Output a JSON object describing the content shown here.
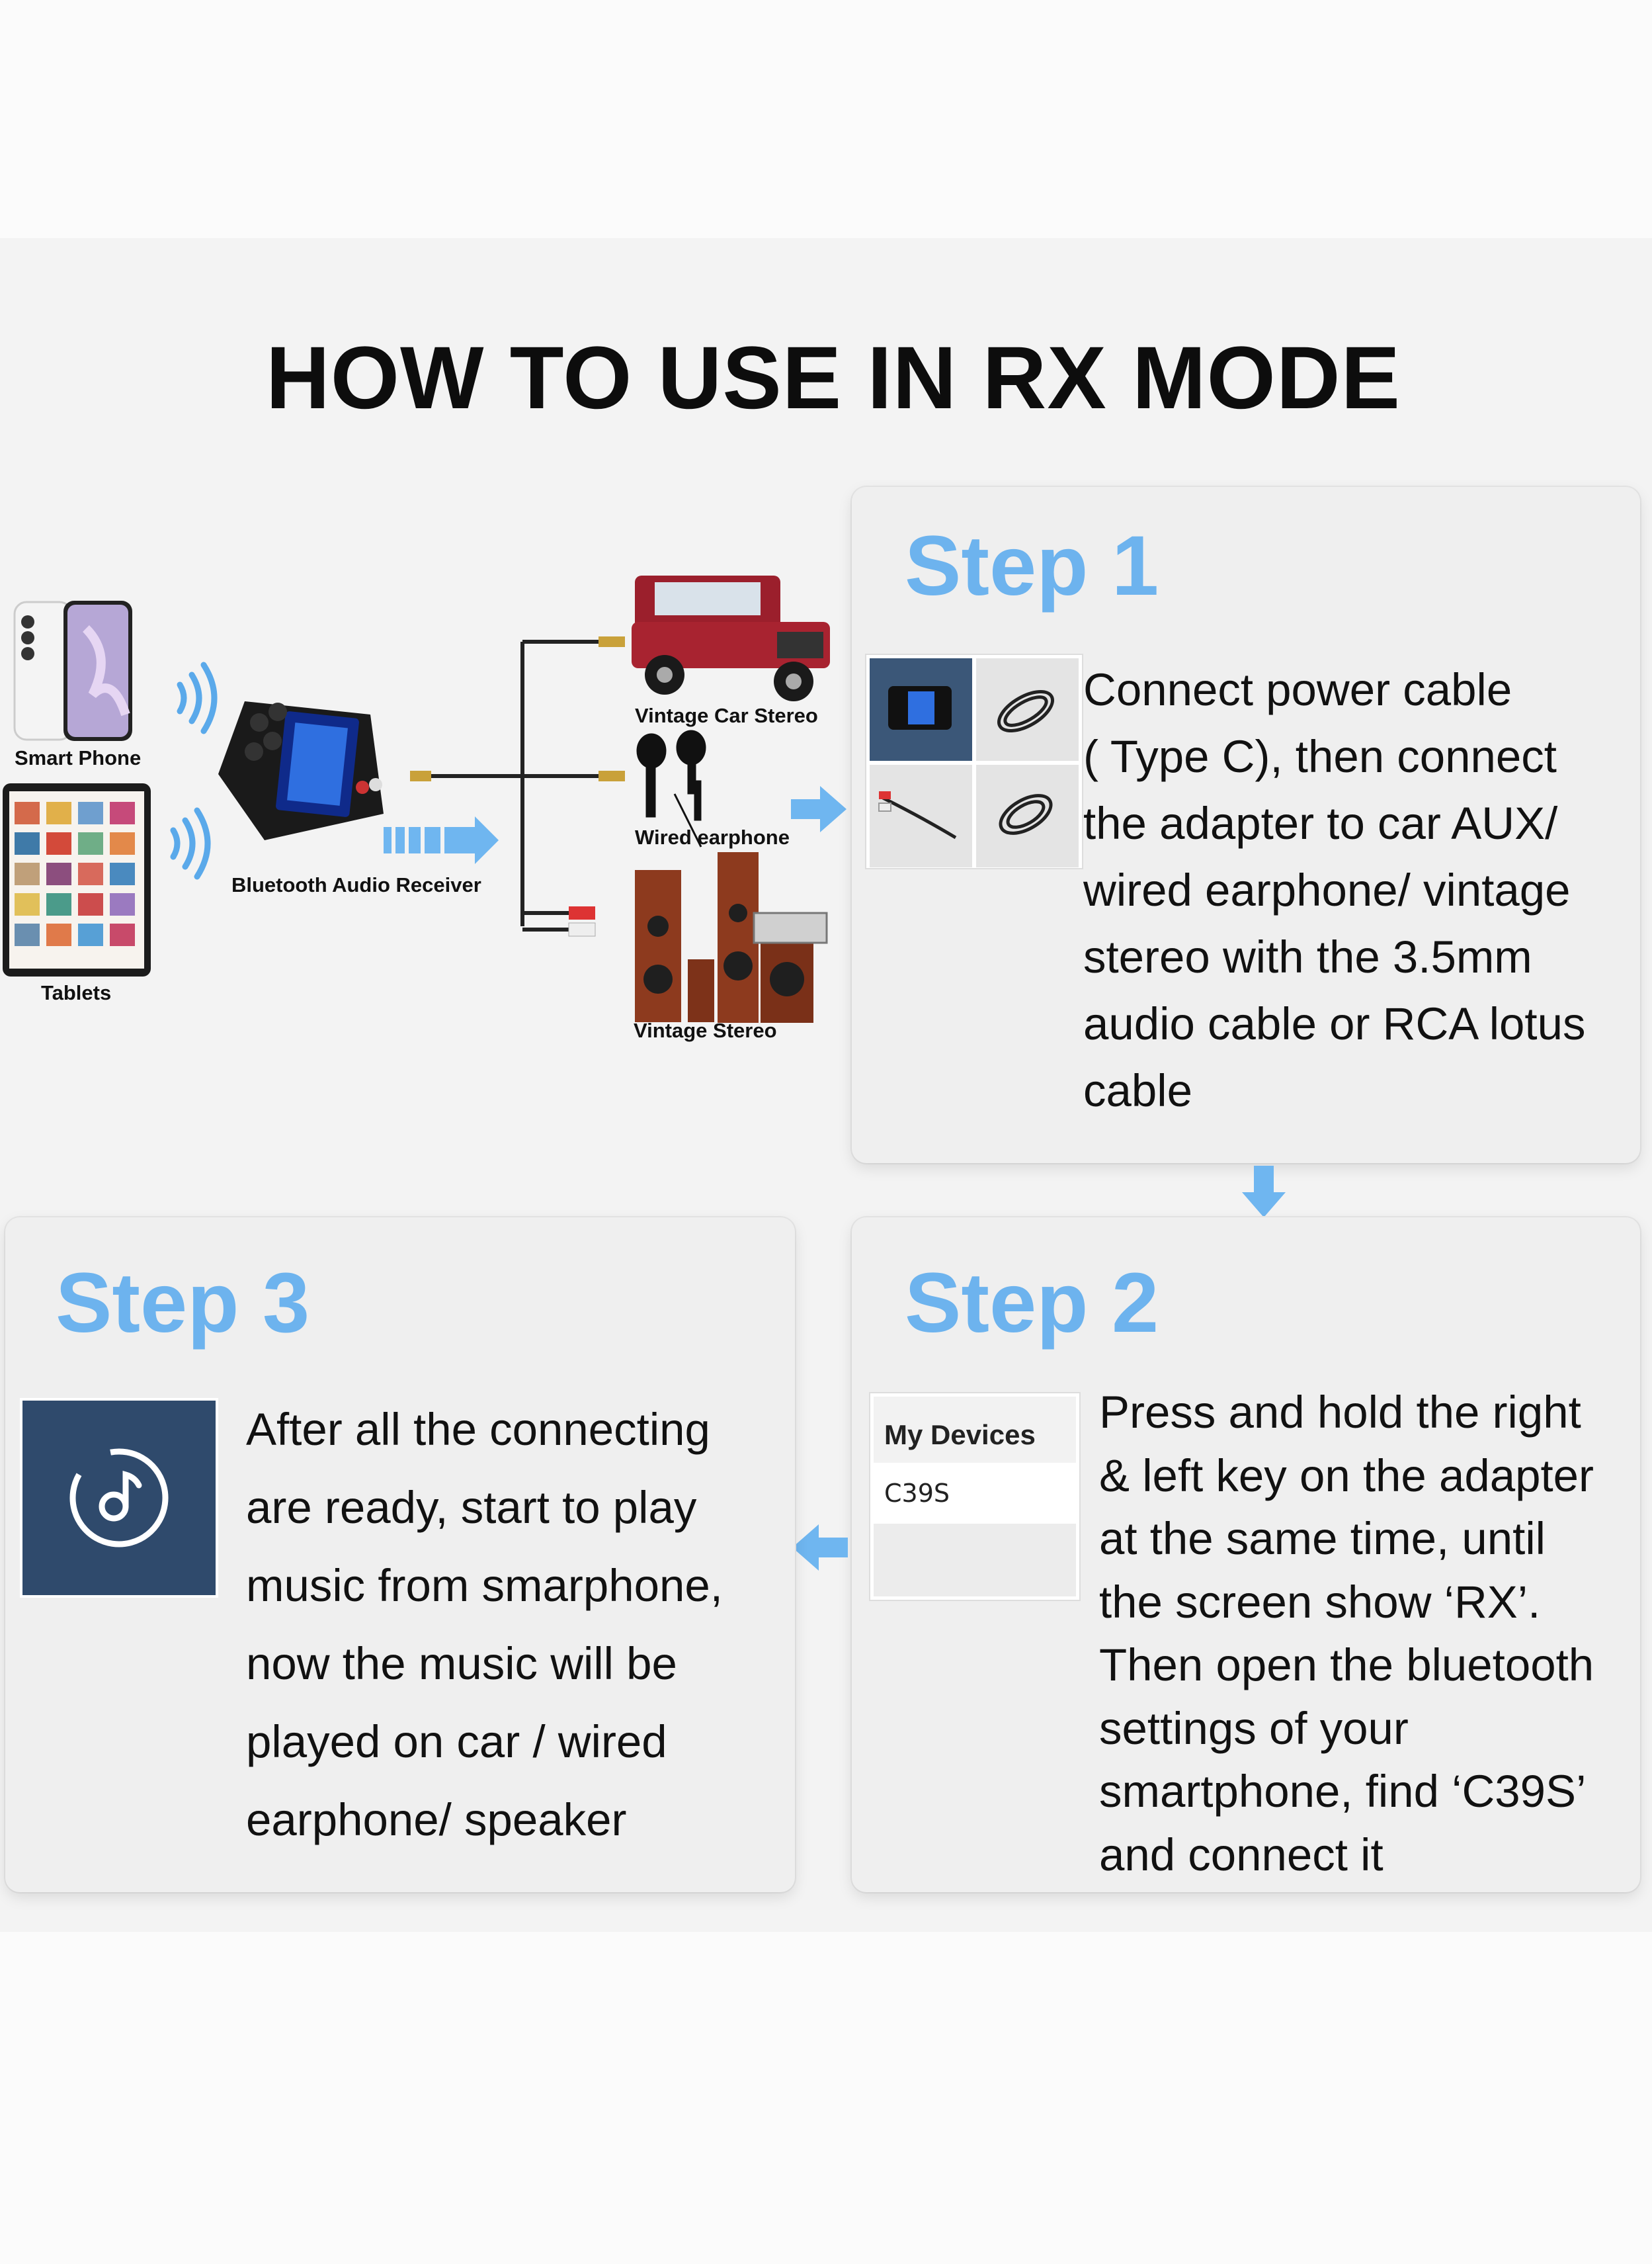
{
  "title": "HOW TO USE IN RX MODE",
  "diagram": {
    "smart_phone": "Smart Phone",
    "tablets": "Tablets",
    "receiver": "Bluetooth Audio Receiver",
    "car_stereo": "Vintage Car Stereo",
    "wired_earphone": "Wired earphone",
    "vintage_stereo": "Vintage Stereo"
  },
  "step1": {
    "title": "Step 1",
    "lines": [
      "Connect power cable",
      "( Type C), then connect",
      "the adapter to car AUX/",
      "wired earphone/ vintage",
      "stereo with the 3.5mm",
      "audio cable or RCA lotus",
      "cable"
    ]
  },
  "step2": {
    "title": "Step 2",
    "devices_header": "My Devices",
    "device_name": "C39S",
    "lines": [
      "Press and hold the right",
      "& left key on the adapter",
      "at the same time, until",
      "the screen show ‘RX’.",
      "Then open the bluetooth",
      "settings of your",
      "smartphone, find ‘C39S’",
      "and connect it"
    ]
  },
  "step3": {
    "title": "Step 3",
    "lines": [
      "After all the connecting",
      "are ready, start to play",
      "music from smarphone,",
      "now the music will be",
      "played on car / wired",
      "earphone/ speaker"
    ]
  },
  "colors": {
    "accent": "#6db3ee",
    "arrow": "#6fb6f0",
    "card": "#efefef",
    "tile": "#2f4a6c"
  }
}
